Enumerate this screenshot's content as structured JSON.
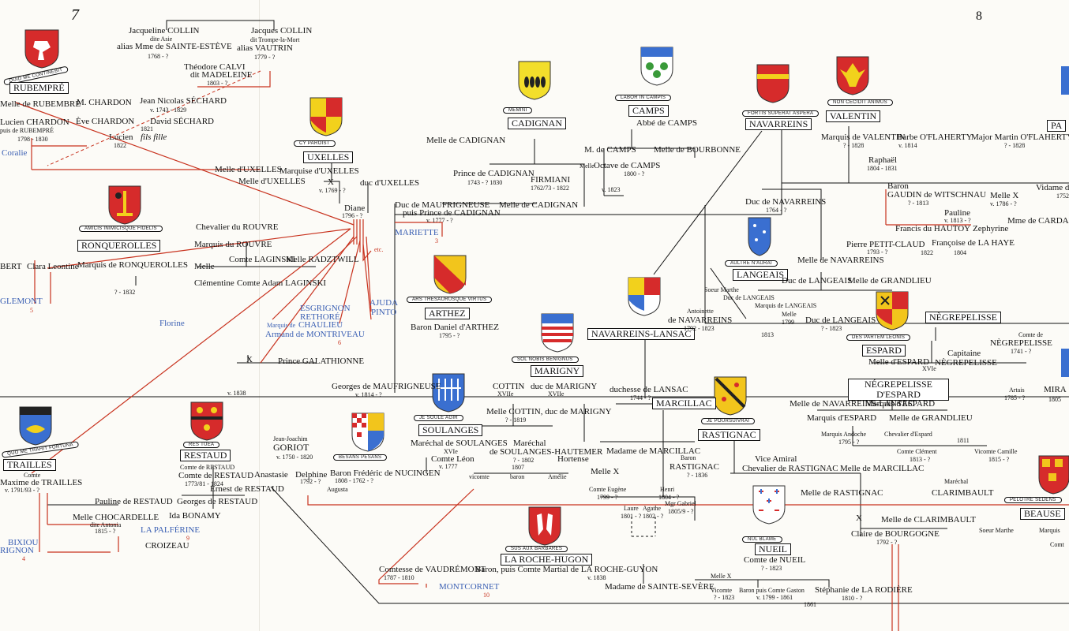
{
  "page_numbers": {
    "left": "7",
    "right": "8"
  },
  "colors": {
    "line_black": "#111111",
    "line_red": "#c8321e",
    "name_blue": "#3a5fb3",
    "paper": "#fcfbf7"
  },
  "houses": {
    "rubempre": "RUBEMPRÉ",
    "cadignan": "CADIGNAN",
    "camps": "CAMPS",
    "navarreins": "NAVARREINS",
    "valentin": "VALENTIN",
    "uxelles": "UXELLES",
    "ronquerolles": "RONQUEROLLES",
    "arthez": "ARTHEZ",
    "langeais": "LANGEAIS",
    "navarreins_lansac": "NAVARREINS-LANSAC",
    "negrepelisse": "NÈGREPELISSE",
    "espard": "ESPARD",
    "negrepelisse_espard": "NÉGREPELISSE D'ESPARD",
    "marigny": "MARIGNY",
    "marcillac": "MARCILLAC",
    "traill": "TRAILLES",
    "restaud": "RESTAUD",
    "soulanges": "SOULANGES",
    "rastignac": "RASTIGNAC",
    "la_roche_hugon": "LA ROCHE-HUGON",
    "nueil": "NUEIL",
    "beause": "BEAUSE",
    "pa": "PA"
  },
  "mottos": {
    "rubempre": "QUID ME CONTINEBIT",
    "cadignan": "MEMINI",
    "camps": "LABOR IN CAMPIS",
    "navarreins": "FORTIS SUPERAT ASPERA",
    "valentin": "NON CECIDIT ANIMUS",
    "uxelles": "CY PAROIST",
    "ronquerolles": "AMICIS INIMICISQUE FIDELIS",
    "arthez": "ARS THESAURUSQUE VIRTUS",
    "langeais": "AULTRE N'AURAI",
    "espard": "DES PARTEM LEONIS",
    "marigny": "SOL NOBIS BENIGNUS",
    "traill": "QUO ME TRAHIT FORTUNA",
    "restaud": "RES TUEA",
    "soulanges": "JE SOULE AGIR",
    "besans": "BESANS PESANS",
    "rastignac": "JE POURSUIVRAI",
    "la_roche_hugon": "SUS AUX BARBARES",
    "nueil": "NUL BLAME",
    "beause": "PELOTRE SEDENS"
  },
  "people": {
    "j_collin": "Jacqueline COLLIN",
    "j_collin_sub": "dite Asie",
    "j_collin_alias": "alias Mme de SAINTE-ESTÈVE",
    "j_collin_dates": "1768 - ?",
    "jac_collin": "Jacques COLLIN",
    "jac_collin_sub": "dit Trompe-la-Mort",
    "jac_collin_alias": "alias VAUTRIN",
    "jac_collin_dates": "1779 - ?",
    "calvi": "Théodore CALVI",
    "calvi_sub": "dit MADELEINE",
    "calvi_dates": "1803 - ?",
    "mlle_rubempre": "Melle de RUBEMBRÉ",
    "chardon": "M. CHARDON",
    "jn_sechard": "Jean Nicolas SÉCHARD",
    "jn_sechard_dates": "v. 1743 - 1829",
    "lucien": "Lucien CHARDON",
    "lucien_sub": "puis de RUBEMPRÉ",
    "lucien_dates": "1798 - 1830",
    "eve": "Ève CHARDON",
    "david": "David SÉCHARD",
    "lucien2": "Lucien",
    "lucien2_dates": "1822",
    "fils_fille": "fils fille",
    "coralie": "Coralie",
    "year_1821": "1821",
    "mlle_uxelles1": "Melle d'UXELLES",
    "marquise_uxelles": "Marquise d'UXELLES",
    "mlle_uxelles2": "Melle d'UXELLES",
    "x_uxelles": "X",
    "x_uxelles_dates": "v. 1769 - ?",
    "duc_uxelles": "duc d'UXELLES",
    "diane": "Diane",
    "diane_dates": "1796 - ?",
    "mlle_cadignan": "Melle de CADIGNAN",
    "prince_cadignan": "Prince de CADIGNAN",
    "prince_cadignan_dates": "1743 - ? 1830",
    "duc_maufrigneuse": "Duc de MAUFRIGNEUSE",
    "duc_maufrigneuse_sub": "puis Prince de CADIGNAN",
    "duc_maufrigneuse_dates": "v. 1777 - ?",
    "mlle_cadignan2": "Melle de CADIGNAN",
    "firmiani": "FIRMIANI",
    "firmiani_dates": "1762/73 - 1822",
    "mariette": "MARIETTE",
    "mariette_ref": "3",
    "m_camps": "M. de CAMPS",
    "octave_camps": "Octave de CAMPS",
    "octave_dates": "1800 - ?",
    "abbe_camps": "Abbé de CAMPS",
    "mlle_bourbonne": "Melle de BOURBONNE",
    "mlle_small": "Melle",
    "year_1823": "v. 1823",
    "m_valentin": "Marquis de VALENTIN",
    "m_valentin_dates": "? - 1828",
    "barbe": "Barbe O'FLAHERTY",
    "barbe_dates": "v. 1814",
    "martin": "Major Martin O'FLAHERTY",
    "martin_dates": "? - 1828",
    "raphael": "Raphaël",
    "raphael_dates": "1804 - 1831",
    "baron_gaudin": "Baron",
    "gaudin": "GAUDIN de WITSCHNAU",
    "gaudin_dates": "? - 1813",
    "mlle_x": "Melle X",
    "mlle_x_dates": "v. 1786 - ?",
    "pauline": "Pauline",
    "pauline_dates": "v. 1813 - ?",
    "hautoy": "Francis du HAUTOY",
    "zephyrine": "Zephyrine",
    "petit_claud": "Pierre PETIT-CLAUD",
    "petit_claud_dates": "1793 - ?",
    "francoise": "Françoise de LA HAYE",
    "year_1822": "1822",
    "year_1804": "1804",
    "mme_cardane": "Mme de CARDANE",
    "vidame": "Vidame de",
    "year_1752": "1752",
    "duc_navarreins": "Duc de NAVARREINS",
    "duc_navarreins_dates": "1764 - ?",
    "mlle_navarreins": "Melle de NAVARREINS",
    "chevalier_rouvre": "Chevalier du ROUVRE",
    "marquis_rouvre": "Marquis du ROUVRE",
    "comte_laginski": "Comte LAGINSKI",
    "mlle_radzi": "Melle RADZTWILL",
    "mlle_rq": "Melle",
    "clementine": "Clémentine",
    "comte_adam": "Comte Adam LAGINSKI",
    "clara": "Clara Leontine",
    "marquis_rq": "Marquis de RONQUEROLLES",
    "rq_dates": "? - 1832",
    "bert": "BERT",
    "glemont": "GLEMONT",
    "florine": "Florine",
    "etc": "etc.",
    "esgrignon": "ESGRIGNON",
    "rethore": "RETHORÉ",
    "chaulieu_pre": "Marquis de",
    "chaulieu": "CHAULIEU",
    "montriveau": "Armand de MONTRIVEAU",
    "ajuda": "AJUDA",
    "pinto": "PINTO",
    "x_galathionne": "X",
    "galathionne": "Prince GALATHIONNE",
    "daniel": "Baron Daniel d'ARTHEZ",
    "daniel_dates": "1795 - ?",
    "antoinette": "Antoinette",
    "antoinette2": "de NAVARREINS",
    "antoinette_dates": "1792 - 1823",
    "soeur_marthe": "Soeur Marthe",
    "duc_langeais_small": "Duc de LANGEAIS",
    "duc_langeais": "Duc de LANGEAIS",
    "mlle_grandlieu": "Melle de GRANDLIEU",
    "marquis_langeais": "Marquis de LANGEAIS",
    "mlle_1799": "Melle",
    "mlle_1799_dates": "1799",
    "duc_langeais2": "Duc de LANGEAIS",
    "duc_langeais2_dates": "? - 1823",
    "year_1813": "1813",
    "comte_negrepelisse": "Comte de",
    "comte_negrepelisse2": "NÈGREPELISSE",
    "comte_neg_dates": "1741 - ?",
    "mlle_espard": "Melle d'ESPARD",
    "capitaine": "Capitaine",
    "capitaine_neg": "NÈGREPELISSE",
    "xvie": "XVIe",
    "arlais": "Artais",
    "arlais_dates": "1785 - ?",
    "mira": "MIRA",
    "year_1805": "1805",
    "duchesse_lansac": "duchesse de LANSAC",
    "duchesse_lansac_dates": "1744 - ?",
    "cottin": "COTTIN",
    "cottin_s": "XVIIe",
    "duc_marigny": "duc de MARIGNY",
    "duc_marigny_s": "XVIIe",
    "mlle_cottin": "Melle COTTIN, duc de MARIGNY",
    "mlle_cottin_dates": "? - 1819",
    "georges_maufrigneuse": "Georges de MAUFRIGNEUSE",
    "georges_dates": "v. 1814 - ?",
    "year_1838": "v. 1838",
    "mlle_navarreins_lansac": "Melle de NAVARREINS-LANSAC",
    "marquis_espard": "Marquis d'ESPARD",
    "marquis_espard2": "Marquis d'ESPARD",
    "mlle_grandlieu2": "Melle de GRANDLIEU",
    "marquis_andoche": "Marquis Andoche",
    "andoche_dates": "1795 - ?",
    "chevalier_espard": "Chevalier d'Espard",
    "year_1811": "1811",
    "comte_clement": "Comte Clément",
    "clement_dates": "1813 - ?",
    "vicomte_camille": "Vicomte Camille",
    "camille_dates": "1815 - ?",
    "comte_traill": "Comte",
    "maxime": "Maxime de TRAILLES",
    "maxime_dates": "v. 1791/93 - ?",
    "pauline_restaud": "Pauline de RESTAUD",
    "georges_restaud": "Georges de RESTAUD",
    "mlle_chocardelle": "Melle CHOCARDELLE",
    "chocardelle_sub": "dite Antonia",
    "chocardelle_dates": "1815 - ?",
    "ida": "Ida BONAMY",
    "la_palferine": "LA PALFÉRINE",
    "la_palferine_ref": "9",
    "croizeau": "CROIZEAU",
    "bixiou": "BIXIOU",
    "rignon": "RIGNON",
    "comte_restaud1": "Comte de RESTAUD",
    "comte_restaud2": "Comte de RESTAUD",
    "restaud_dates": "1773/81 - 1824",
    "ernest": "Ernest de RESTAUD",
    "jean_joachim": "Jean-Joachim",
    "goriot": "GORIOT",
    "goriot_dates": "v. 1750 - 1820",
    "anastasie": "Anastasie",
    "delphine": "Delphine",
    "delphine_dates": "1792 - ?",
    "nucingen": "Baron Frédéric de NUCINGEN",
    "nucingen_dates": "1808 - 1762 - ?",
    "augusta": "Augusta",
    "marechal_soulanges": "Maréchal de SOULANGES",
    "marechal_soulanges_s": "XVIe",
    "comte_leon": "Comte Léon",
    "comte_leon_dates": "v. 1777",
    "marechal2": "Maréchal",
    "soulanges_hautemer": "de SOULANGES-HAUTEMER",
    "sh_dates": "? - 1802",
    "year_1807": "1807",
    "hortense": "Hortense",
    "vicomte": "vicomte",
    "baron_s": "baron",
    "amelie": "Amélie",
    "madame_marcillac": "Madame de MARCILLAC",
    "baron_rastignac": "Baron",
    "rastignac_p": "RASTIGNAC",
    "rastignac_dates": "? - 1836",
    "mlle_x2": "Melle X",
    "comte_eugene": "Comte Eugène",
    "eugene_dates": "1799 - ?",
    "laure": "Laure",
    "laure_dates": "1801 - ?",
    "agathe": "Agathe",
    "agathe_dates": "1802 - ?",
    "henri": "Henri",
    "henri_dates": "1804 - ?",
    "mgr_gabriel": "Mgr Gabriel",
    "gabriel_dates": "1805/9 - ?",
    "vice_amiral": "Vice Amiral",
    "chevalier_rastignac": "Chevalier de RASTIGNAC",
    "mlle_marcillac": "Melle de MARCILLAC",
    "mlle_rastignac": "Melle de RASTIGNAC",
    "marechal_clari": "Maréchal",
    "clarimbault": "CLARIMBAULT",
    "x_clari": "X",
    "mlle_clari": "Melle de CLARIMBAULT",
    "claire": "Claire de BOURGOGNE",
    "claire_dates": "1792 - ?",
    "soeur_marthe2": "Soeur Marthe",
    "marquis_s": "Marquis",
    "comte_s": "Comt",
    "montcornet": "MONTCORNET",
    "montcornet_ref": "10",
    "vaudremont": "Comtesse de VAUDRÉMONT",
    "vaudremont_dates": "1787 - 1810",
    "martial": "Baron, puis Comte Martial de LA ROCHE-GUYON",
    "martial_dates": "v. 1838",
    "mme_sainte_severe": "Madame de SAINTE-SEVÈRE",
    "mlle_x3": "Melle X",
    "vicomte2": "Vicomte",
    "vicomte2_dates": "? - 1823",
    "baron_gaston": "Baron puis Comte Gaston",
    "gaston_dates": "v. 1799 - 1861",
    "comte_nueil": "Comte de NUEIL",
    "nueil_dates": "? - 1823",
    "stephanie": "Stéphanie de LA RODIÈRE",
    "stephanie_dates": "1810 - ?",
    "year_1861": "1861",
    "ref_5": "5",
    "ref_6": "6",
    "ref_4": "4"
  }
}
